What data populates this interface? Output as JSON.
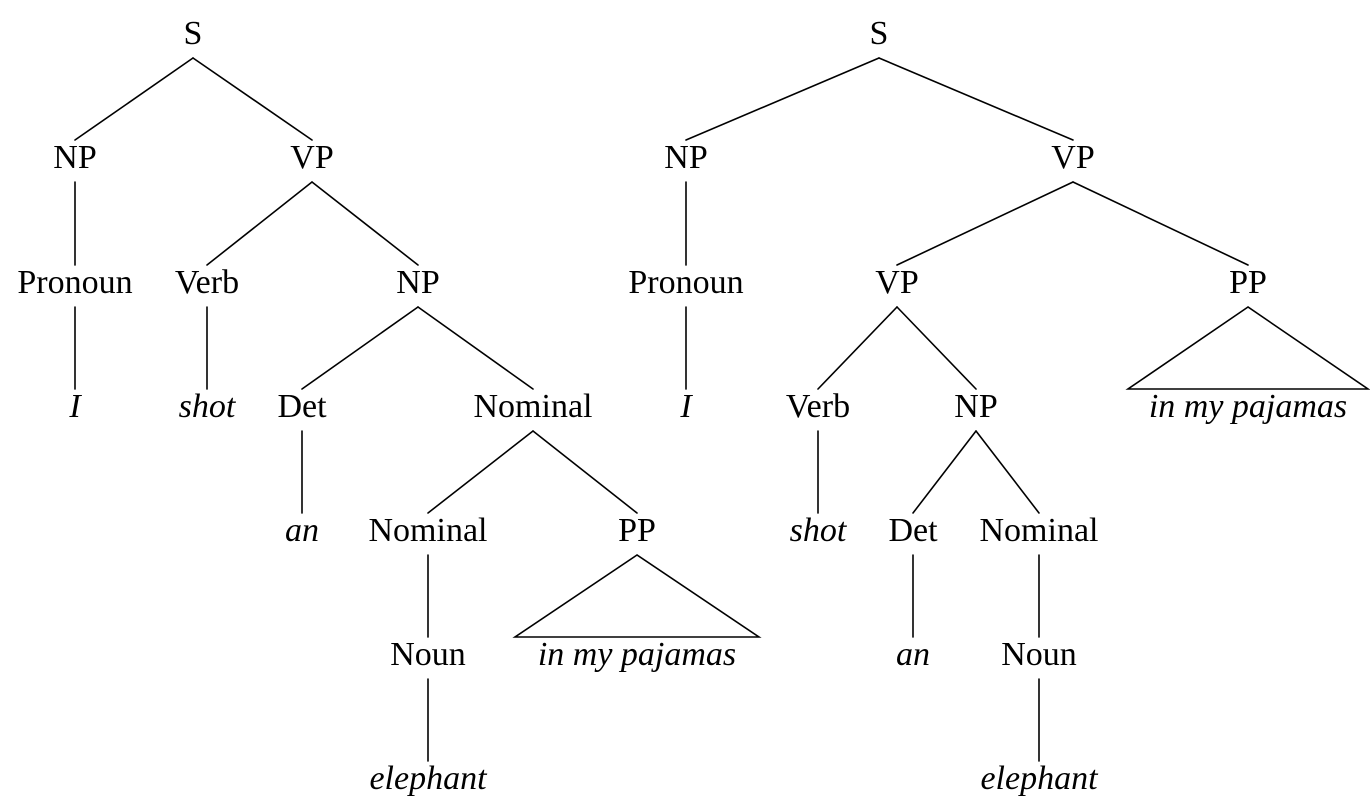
{
  "trees": [
    {
      "name": "left-parse",
      "nodes": [
        {
          "id": "S",
          "label": "S",
          "parent": null,
          "kind": "category"
        },
        {
          "id": "NP1",
          "label": "NP",
          "parent": "S",
          "kind": "category"
        },
        {
          "id": "VP1",
          "label": "VP",
          "parent": "S",
          "kind": "category"
        },
        {
          "id": "PRON",
          "label": "Pronoun",
          "parent": "NP1",
          "kind": "category"
        },
        {
          "id": "I",
          "label": "I",
          "parent": "PRON",
          "kind": "word"
        },
        {
          "id": "VERB",
          "label": "Verb",
          "parent": "VP1",
          "kind": "category"
        },
        {
          "id": "SHOT",
          "label": "shot",
          "parent": "VERB",
          "kind": "word"
        },
        {
          "id": "NP2",
          "label": "NP",
          "parent": "VP1",
          "kind": "category"
        },
        {
          "id": "DET",
          "label": "Det",
          "parent": "NP2",
          "kind": "category"
        },
        {
          "id": "AN",
          "label": "an",
          "parent": "DET",
          "kind": "word"
        },
        {
          "id": "NOM1",
          "label": "Nominal",
          "parent": "NP2",
          "kind": "category"
        },
        {
          "id": "NOM2",
          "label": "Nominal",
          "parent": "NOM1",
          "kind": "category"
        },
        {
          "id": "PP",
          "label": "PP",
          "parent": "NOM1",
          "kind": "category"
        },
        {
          "id": "NOUN",
          "label": "Noun",
          "parent": "NOM2",
          "kind": "category"
        },
        {
          "id": "ELEPHANT",
          "label": "elephant",
          "parent": "NOUN",
          "kind": "word"
        },
        {
          "id": "PJ",
          "label": "in my pajamas",
          "parent": "PP",
          "kind": "phrase"
        }
      ]
    },
    {
      "name": "right-parse",
      "nodes": [
        {
          "id": "S",
          "label": "S",
          "parent": null,
          "kind": "category"
        },
        {
          "id": "NP1",
          "label": "NP",
          "parent": "S",
          "kind": "category"
        },
        {
          "id": "VP1",
          "label": "VP",
          "parent": "S",
          "kind": "category"
        },
        {
          "id": "PRON",
          "label": "Pronoun",
          "parent": "NP1",
          "kind": "category"
        },
        {
          "id": "I",
          "label": "I",
          "parent": "PRON",
          "kind": "word"
        },
        {
          "id": "VP2",
          "label": "VP",
          "parent": "VP1",
          "kind": "category"
        },
        {
          "id": "PP",
          "label": "PP",
          "parent": "VP1",
          "kind": "category"
        },
        {
          "id": "PJ",
          "label": "in my pajamas",
          "parent": "PP",
          "kind": "phrase"
        },
        {
          "id": "VERB",
          "label": "Verb",
          "parent": "VP2",
          "kind": "category"
        },
        {
          "id": "SHOT",
          "label": "shot",
          "parent": "VERB",
          "kind": "word"
        },
        {
          "id": "NP2",
          "label": "NP",
          "parent": "VP2",
          "kind": "category"
        },
        {
          "id": "DET",
          "label": "Det",
          "parent": "NP2",
          "kind": "category"
        },
        {
          "id": "AN",
          "label": "an",
          "parent": "DET",
          "kind": "word"
        },
        {
          "id": "NOM",
          "label": "Nominal",
          "parent": "NP2",
          "kind": "category"
        },
        {
          "id": "NOUN",
          "label": "Noun",
          "parent": "NOM",
          "kind": "category"
        },
        {
          "id": "ELEPHANT",
          "label": "elephant",
          "parent": "NOUN",
          "kind": "word"
        }
      ]
    }
  ]
}
